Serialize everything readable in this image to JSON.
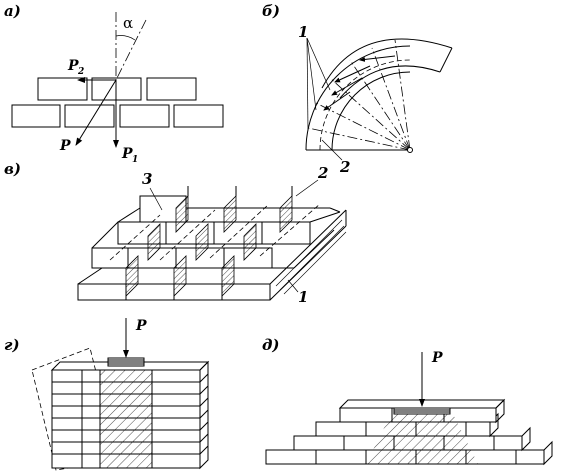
{
  "labels": {
    "panel_a": "а)",
    "panel_b": "б)",
    "panel_v": "в)",
    "panel_g": "г)",
    "panel_d": "д)"
  },
  "panel_a": {
    "alpha": "α",
    "P": "P",
    "P1": "P",
    "P1_sub": "1",
    "P2": "P",
    "P2_sub": "2"
  },
  "panel_b": {
    "callout_1": "1",
    "callout_2": "2"
  },
  "panel_v": {
    "callout_1": "1",
    "callout_2": "2",
    "callout_3": "3"
  },
  "panel_g": {
    "P": "P"
  },
  "panel_d": {
    "P": "P"
  }
}
